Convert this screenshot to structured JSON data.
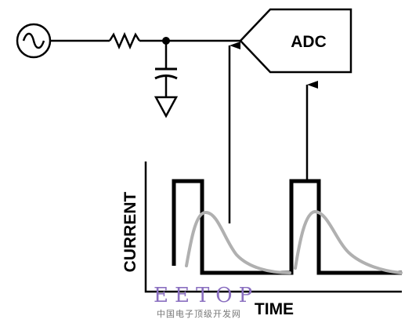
{
  "adc": {
    "label": "ADC"
  },
  "axes": {
    "y_label": "CURRENT",
    "x_label": "TIME"
  },
  "watermark": {
    "brand": "EETOP",
    "subtitle": "中国电子顶级开发网"
  },
  "colors": {
    "ink": "#000000",
    "response": "#b0b0b0",
    "watermark_text": "#8a6fc0",
    "watermark_sub": "#777777"
  }
}
